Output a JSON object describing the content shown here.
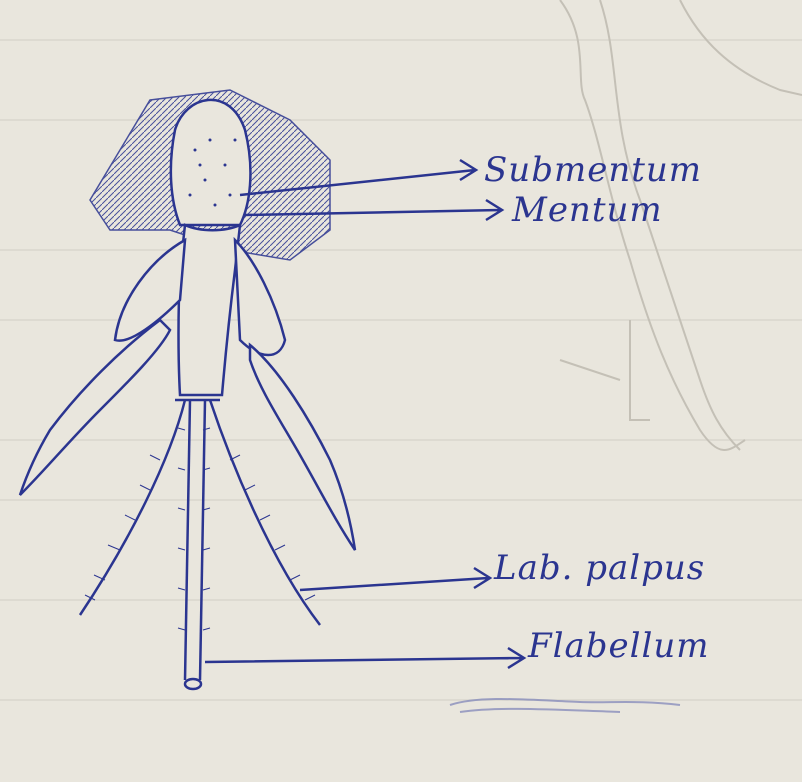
{
  "labels": {
    "submentum": "Submentum",
    "mentum": "Mentum",
    "lab_palpus": "Lab. palpus",
    "flabellum": "Flabellum"
  },
  "colors": {
    "paper": "#e9e6dd",
    "ink": "#2b3590",
    "faint_pencil": "#b9b5ac"
  }
}
